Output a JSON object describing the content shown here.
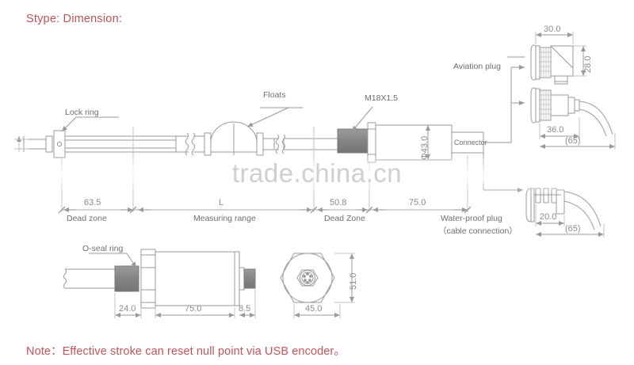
{
  "document": {
    "title": "Stype: Dimension:",
    "note": "Note：Effective stroke can reset null point via USB encoder。",
    "watermark": "trade.china.cn",
    "accent_color": "#b9535a",
    "line_color": "#9a9a9a",
    "text_color": "#6f6f6f"
  },
  "main_view": {
    "labels": {
      "lock_ring": "Lock ring",
      "floats": "Floats",
      "thread": "M18X1.5",
      "connector": "Connector",
      "aviation_plug": "Aviation plug"
    },
    "diameter": "Φ43.0",
    "dimension_chain": [
      {
        "value": "63.5",
        "caption": "Dead zone"
      },
      {
        "value": "L",
        "caption": "Measuring range"
      },
      {
        "value": "50.8",
        "caption": "Dead Zone"
      },
      {
        "value": "75.0",
        "caption": "Water-proof plug",
        "caption2": "（cable  connection）"
      }
    ]
  },
  "plug_views": {
    "right_angle": {
      "width": "30.0",
      "height": "28.0"
    },
    "straight": {
      "length": "36.0",
      "cable": "(65)"
    },
    "cable_gland": {
      "length": "20.0",
      "cable": "(65)"
    }
  },
  "section_view": {
    "label": "O-seal ring",
    "dims": {
      "thread": "24.0",
      "body": "75.0",
      "tail": "8.5"
    }
  },
  "end_view": {
    "across_flats": "45.0",
    "across_corners": "51.0"
  }
}
